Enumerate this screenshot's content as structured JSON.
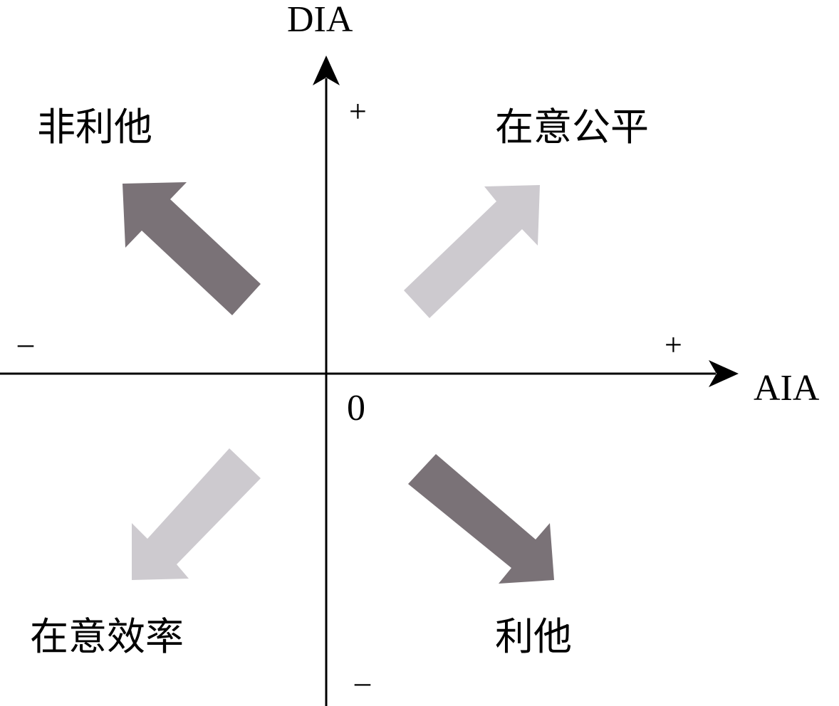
{
  "axes": {
    "y_label": "DIA",
    "x_label": "AIA",
    "origin": "0",
    "plus": "+",
    "minus": "–"
  },
  "quadrants": {
    "top_left": "非利他",
    "top_right": "在意公平",
    "bottom_left": "在意效率",
    "bottom_right": "利他"
  },
  "colors": {
    "dark_arrow": "#7a7277",
    "light_arrow": "#cdcacf",
    "axis": "#000000"
  }
}
